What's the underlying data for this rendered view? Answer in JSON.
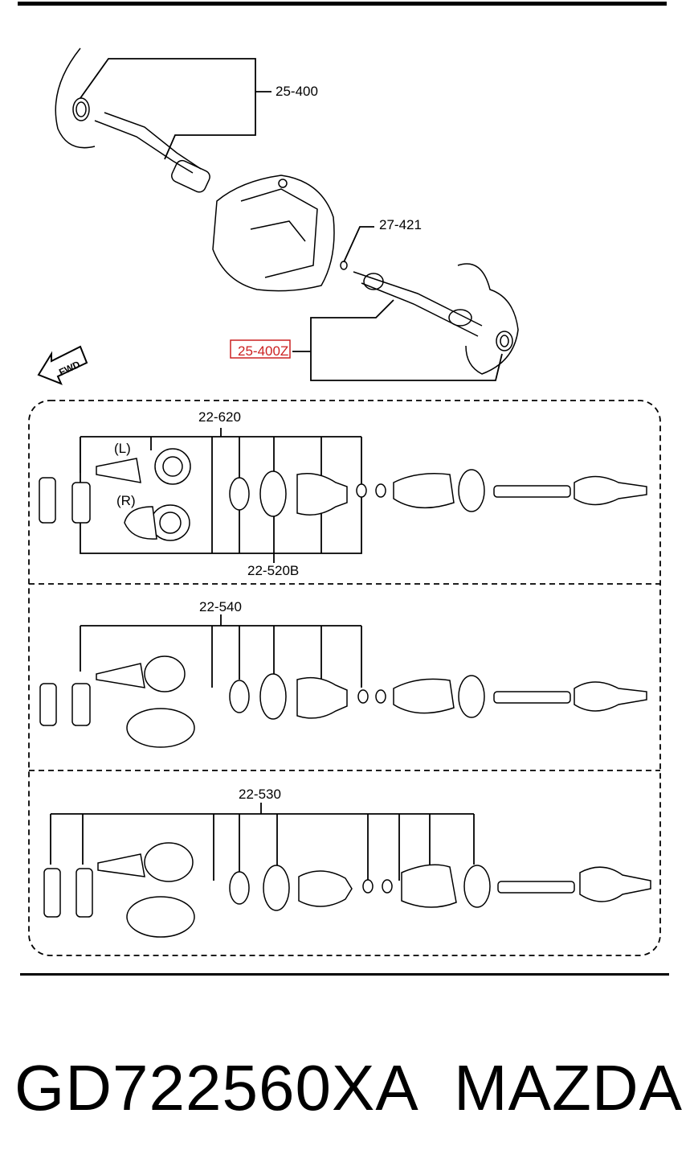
{
  "labels": {
    "top_left_shaft": "25-400",
    "clip": "27-421",
    "right_shaft_highlighted": "25-400Z",
    "fwd_arrow": "FWD",
    "kit_1": "22-620",
    "kit_1_boot": "22-520B",
    "kit_2": "22-540",
    "kit_3": "22-530",
    "side_left": "(L)",
    "side_right": "(R)"
  },
  "caption": {
    "part_number": "GD722560XA",
    "brand": "MAZDA"
  },
  "colors": {
    "highlight_box": "#cc2222",
    "line": "#000000"
  }
}
